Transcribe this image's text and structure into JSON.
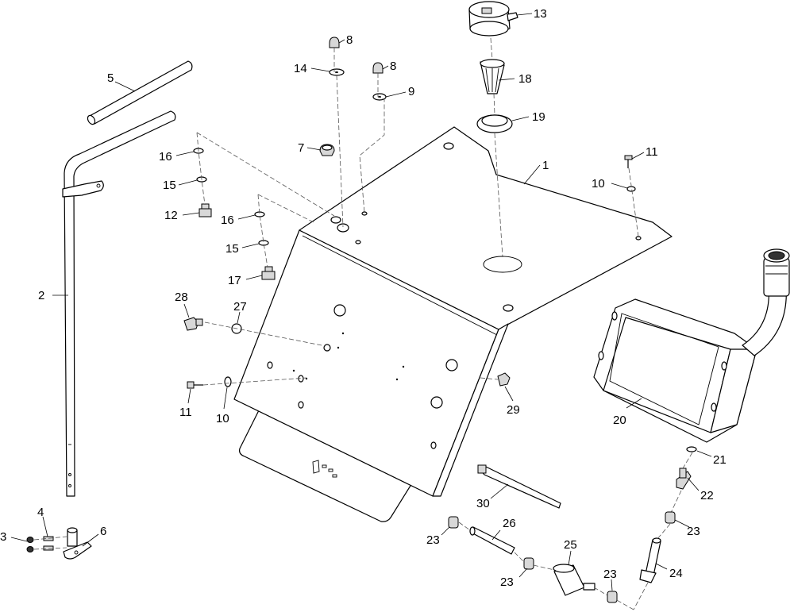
{
  "diagram": {
    "callouts": [
      {
        "id": "c1",
        "label": "1"
      },
      {
        "id": "c2",
        "label": "2"
      },
      {
        "id": "c3",
        "label": "3"
      },
      {
        "id": "c4",
        "label": "4"
      },
      {
        "id": "c5",
        "label": "5"
      },
      {
        "id": "c6",
        "label": "6"
      },
      {
        "id": "c7",
        "label": "7"
      },
      {
        "id": "c8a",
        "label": "8"
      },
      {
        "id": "c8b",
        "label": "8"
      },
      {
        "id": "c9",
        "label": "9"
      },
      {
        "id": "c10a",
        "label": "10"
      },
      {
        "id": "c10b",
        "label": "10"
      },
      {
        "id": "c11a",
        "label": "11"
      },
      {
        "id": "c11b",
        "label": "11"
      },
      {
        "id": "c12",
        "label": "12"
      },
      {
        "id": "c13",
        "label": "13"
      },
      {
        "id": "c14",
        "label": "14"
      },
      {
        "id": "c15a",
        "label": "15"
      },
      {
        "id": "c15b",
        "label": "15"
      },
      {
        "id": "c16a",
        "label": "16"
      },
      {
        "id": "c16b",
        "label": "16"
      },
      {
        "id": "c17",
        "label": "17"
      },
      {
        "id": "c18",
        "label": "18"
      },
      {
        "id": "c19",
        "label": "19"
      },
      {
        "id": "c20",
        "label": "20"
      },
      {
        "id": "c21",
        "label": "21"
      },
      {
        "id": "c22",
        "label": "22"
      },
      {
        "id": "c23a",
        "label": "23"
      },
      {
        "id": "c23b",
        "label": "23"
      },
      {
        "id": "c23c",
        "label": "23"
      },
      {
        "id": "c23d",
        "label": "23"
      },
      {
        "id": "c24",
        "label": "24"
      },
      {
        "id": "c25",
        "label": "25"
      },
      {
        "id": "c26",
        "label": "26"
      },
      {
        "id": "c27",
        "label": "27"
      },
      {
        "id": "c28",
        "label": "28"
      },
      {
        "id": "c29",
        "label": "29"
      },
      {
        "id": "c30",
        "label": "30"
      }
    ]
  }
}
